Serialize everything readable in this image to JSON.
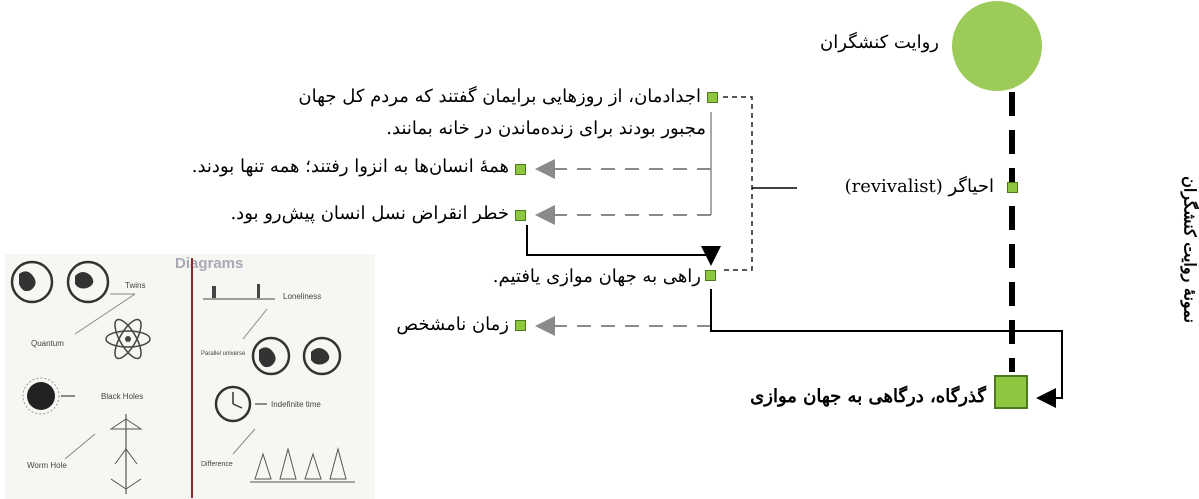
{
  "nodes": {
    "narrative": "روایت کنشگران",
    "ancestors_line1": "اجدادمان، از روزهایی برایمان گفتند که مردم کل جهان",
    "ancestors_line2": "مجبور بودند برای زنده‌ماندن در خانه بمانند.",
    "isolation": "همهٔ انسان‌ها به انزوا رفتند؛ همه تنها بودند.",
    "extinction": "خطر انقراض نسل انسان پیش‌رو بود.",
    "parallel_path": "راهی به جهان موازی یافتیم.",
    "time": "زمان نامشخص",
    "revivalist": "احیاگر (revivalist)",
    "gateway": "گذرگاه، درگاهی به جهان موازی"
  },
  "side_title": "نمونهٔ روایت کنشگران",
  "inset": {
    "title": "Diagrams",
    "left_labels": [
      "Twins",
      "Quantum",
      "Black Holes",
      "Worm Hole"
    ],
    "right_labels": [
      "Loneliness",
      "Parallel universe",
      "Indefinite time",
      "Difference"
    ]
  },
  "colors": {
    "node_fill": "#8dc63f",
    "circle": "#9ccb5a",
    "line": "#000000",
    "dashed": "#8a8a8a"
  }
}
